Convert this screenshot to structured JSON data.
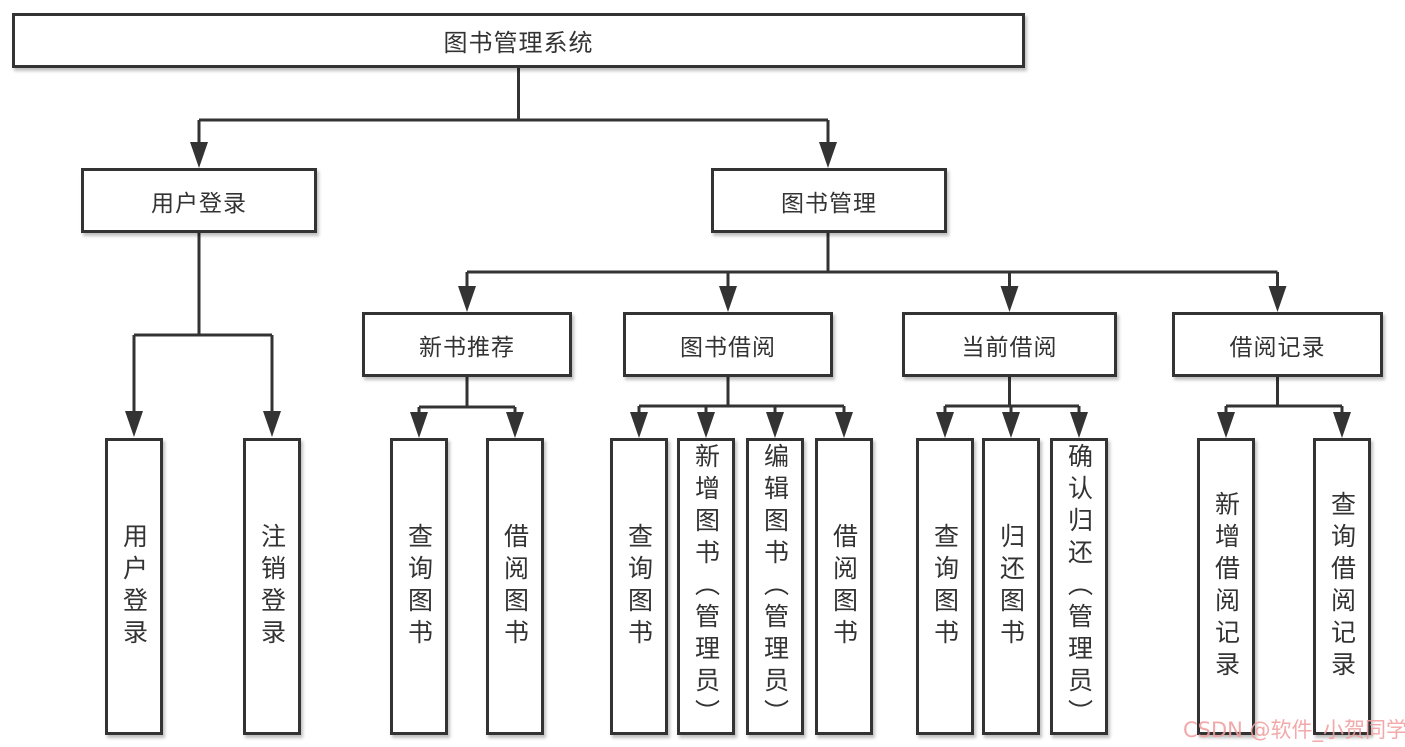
{
  "colors": {
    "line": "#333333",
    "text": "#333333",
    "box-bg": "#ffffff",
    "watermark": "#f2a0a0"
  },
  "tree": {
    "root": {
      "label": "图书管理系统"
    },
    "branches": [
      {
        "label": "用户登录",
        "children": [
          {
            "label": "用户登录"
          },
          {
            "label": "注销登录"
          }
        ]
      },
      {
        "label": "图书管理",
        "children": [
          {
            "label": "新书推荐",
            "children": [
              {
                "label": "查询图书"
              },
              {
                "label": "借阅图书"
              }
            ]
          },
          {
            "label": "图书借阅",
            "children": [
              {
                "label": "查询图书"
              },
              {
                "label": "新增图书（管理员）"
              },
              {
                "label": "编辑图书（管理员）"
              },
              {
                "label": "借阅图书"
              }
            ]
          },
          {
            "label": "当前借阅",
            "children": [
              {
                "label": "查询图书"
              },
              {
                "label": "归还图书"
              },
              {
                "label": "确认归还（管理员）"
              }
            ]
          },
          {
            "label": "借阅记录",
            "children": [
              {
                "label": "新增借阅记录"
              },
              {
                "label": "查询借阅记录"
              }
            ]
          }
        ]
      }
    ]
  },
  "watermark": {
    "text": "CSDN @软件_小贺同学"
  }
}
